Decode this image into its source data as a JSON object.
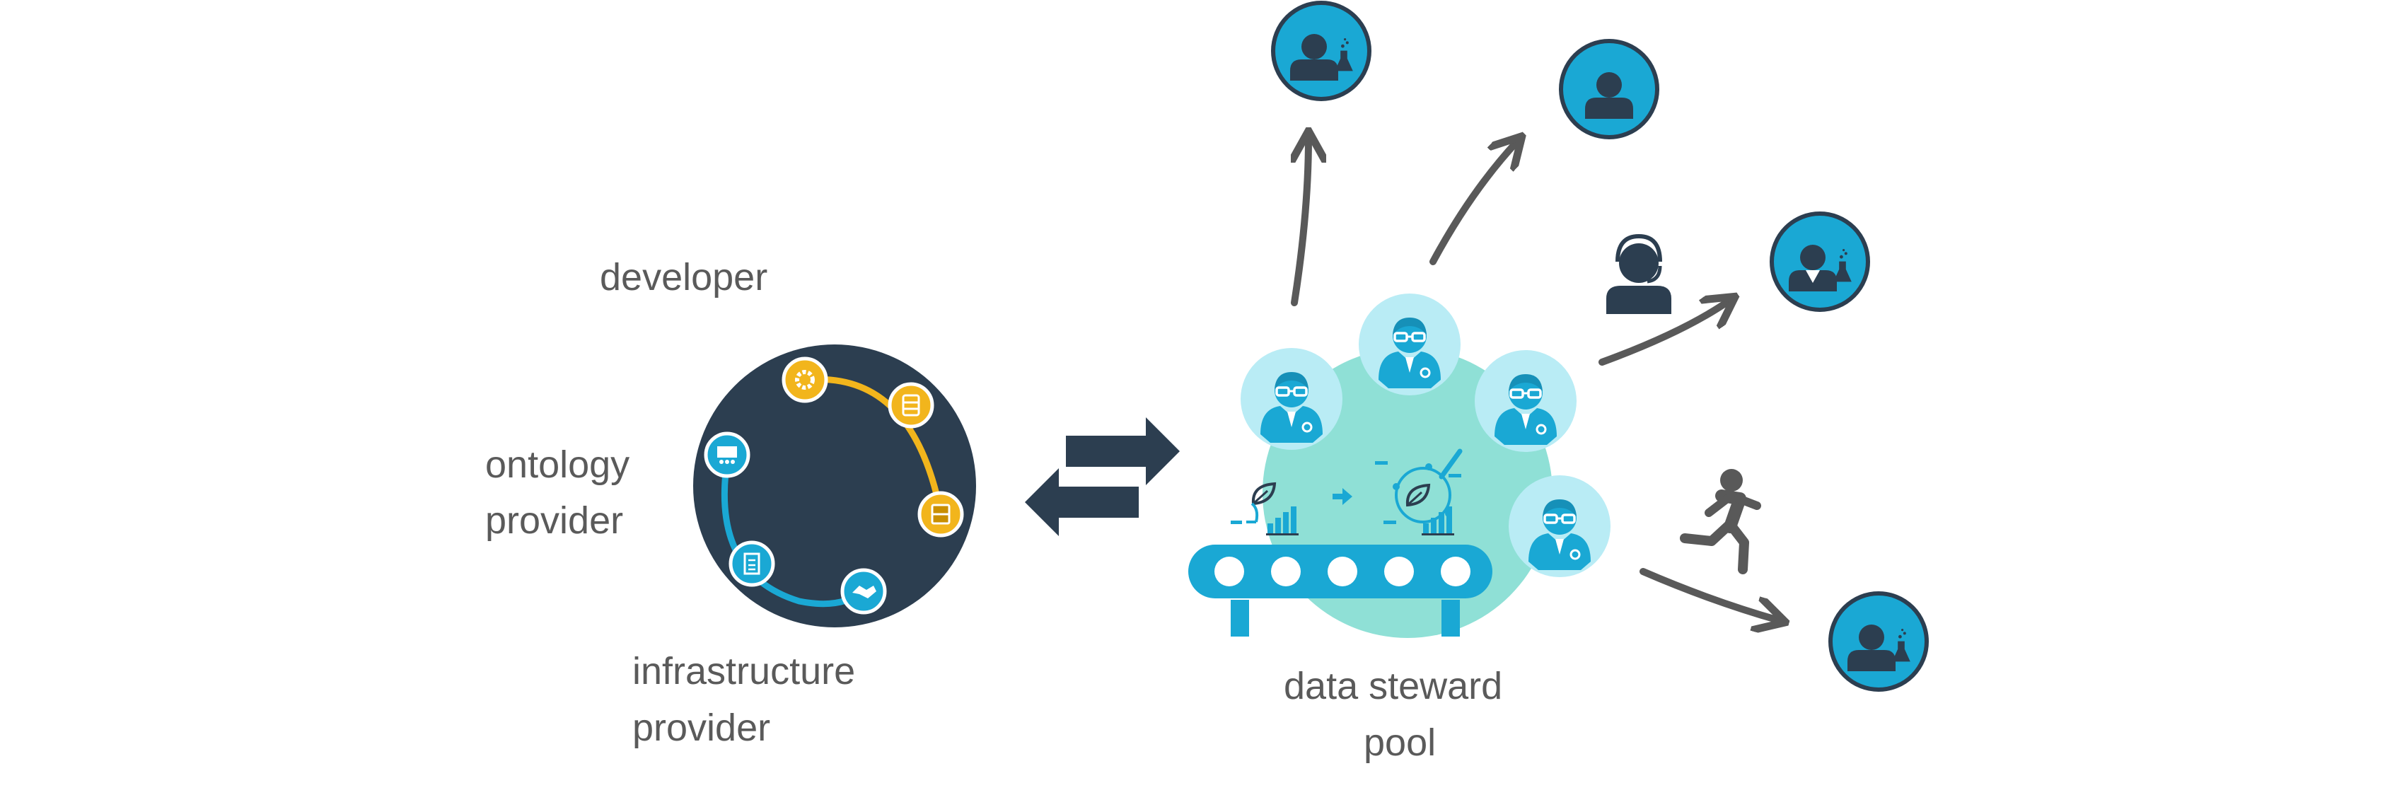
{
  "labels": {
    "developer": "developer",
    "ontology_line1": "ontology",
    "ontology_line2": "provider",
    "infrastructure_line1": "infrastructure",
    "infrastructure_line2": "provider",
    "pool_line1": "data steward",
    "pool_line2": "pool"
  },
  "icons": {
    "ring_nodes": [
      "gear-icon",
      "database-icon",
      "server-icon",
      "handshake-icon",
      "document-icon",
      "presentation-icon"
    ],
    "stewards": [
      "steward-avatar-icon",
      "steward-avatar-icon",
      "steward-avatar-icon",
      "steward-avatar-icon",
      "steward-avatar-icon"
    ],
    "consumers": [
      "scientist-user-icon",
      "user-icon",
      "scientist-user-icon",
      "scientist-user-icon"
    ],
    "side_figures": [
      "support-agent-icon",
      "running-person-icon"
    ]
  },
  "colors": {
    "dark_navy": "#2c3e50",
    "cyan": "#1aa8d4",
    "cyan_light": "#b9ecf5",
    "teal_pool": "#8fe0d6",
    "gold": "#f2b51c",
    "arrow_gray": "#595959",
    "text_gray": "#5a5a5a"
  }
}
